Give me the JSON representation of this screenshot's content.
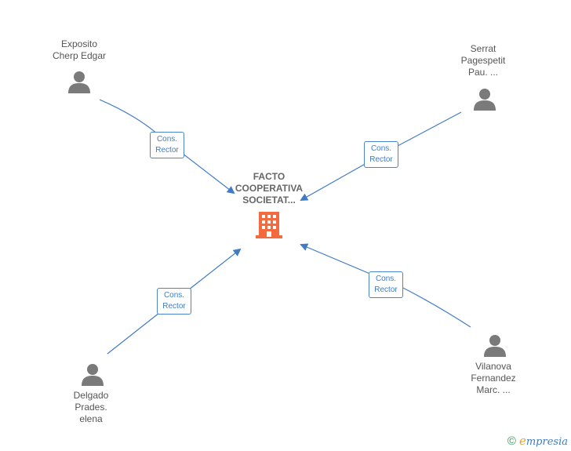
{
  "colors": {
    "edge": "#3f7cc4",
    "person": "#7a7a7a",
    "company": "#f26a3d",
    "brand_green": "#3a9a5b",
    "brand_orange": "#e8a21a"
  },
  "company": {
    "name_lines": [
      "FACTO",
      "COOPERATIVA",
      "SOCIETAT..."
    ],
    "icon": "building-icon"
  },
  "persons": [
    {
      "name_lines": [
        "Exposito",
        "Cherp Edgar"
      ],
      "icon": "person-icon"
    },
    {
      "name_lines": [
        "Serrat",
        "Pagespetit",
        "Pau. ..."
      ],
      "icon": "person-icon"
    },
    {
      "name_lines": [
        "Delgado",
        "Prades.",
        "elena"
      ],
      "icon": "person-icon"
    },
    {
      "name_lines": [
        "Vilanova",
        "Fernandez",
        "Marc. ..."
      ],
      "icon": "person-icon"
    }
  ],
  "relations": [
    {
      "label_lines": [
        "Cons.",
        "Rector"
      ]
    },
    {
      "label_lines": [
        "Cons.",
        "Rector"
      ]
    },
    {
      "label_lines": [
        "Cons.",
        "Rector"
      ]
    },
    {
      "label_lines": [
        "Cons.",
        "Rector"
      ]
    }
  ],
  "footer": {
    "copyright_symbol": "©",
    "brand_initial": "e",
    "brand_rest": "mpresia"
  }
}
